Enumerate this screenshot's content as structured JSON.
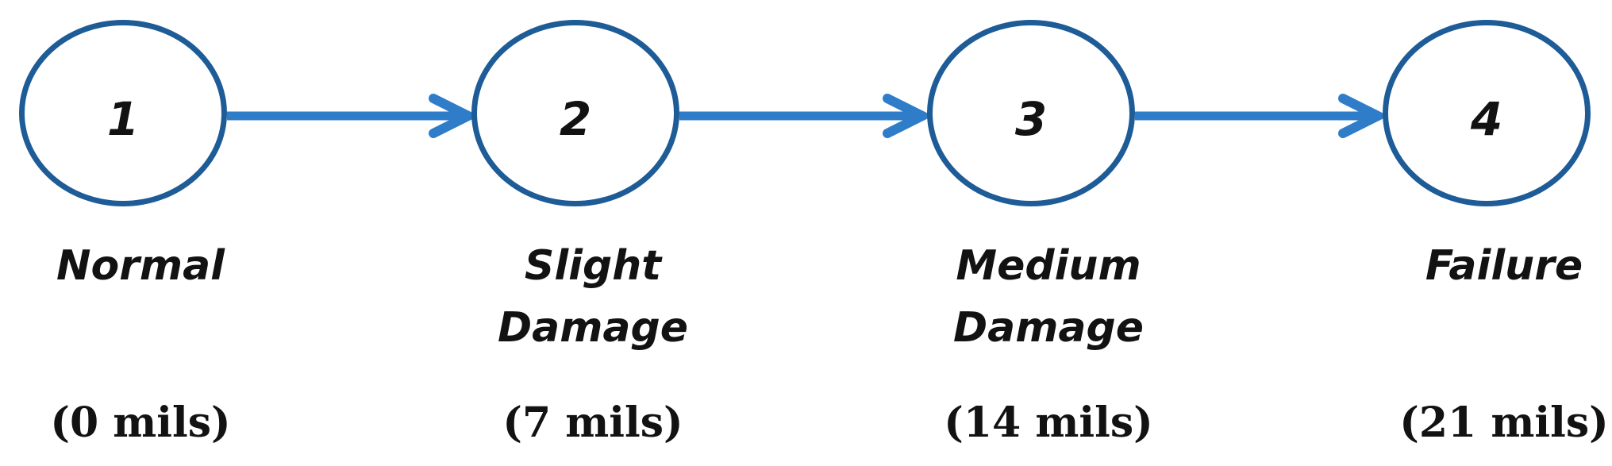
{
  "diagram": {
    "kind": "degradation-state-flow",
    "states": [
      {
        "number": "1",
        "label": "Normal",
        "mils": "(0 mils)"
      },
      {
        "number": "2",
        "label": "Slight\nDamage",
        "mils": "(7 mils)"
      },
      {
        "number": "3",
        "label": "Medium\nDamage",
        "mils": "(14 mils)"
      },
      {
        "number": "4",
        "label": "Failure",
        "mils": "(21 mils)"
      }
    ],
    "transitions": [
      {
        "from": "1",
        "to": "2"
      },
      {
        "from": "2",
        "to": "3"
      },
      {
        "from": "3",
        "to": "4"
      }
    ]
  },
  "colors": {
    "node_stroke": "#1E5C97",
    "arrow": "#2F7CC9",
    "text": "#121212",
    "background": "#FFFFFF"
  }
}
